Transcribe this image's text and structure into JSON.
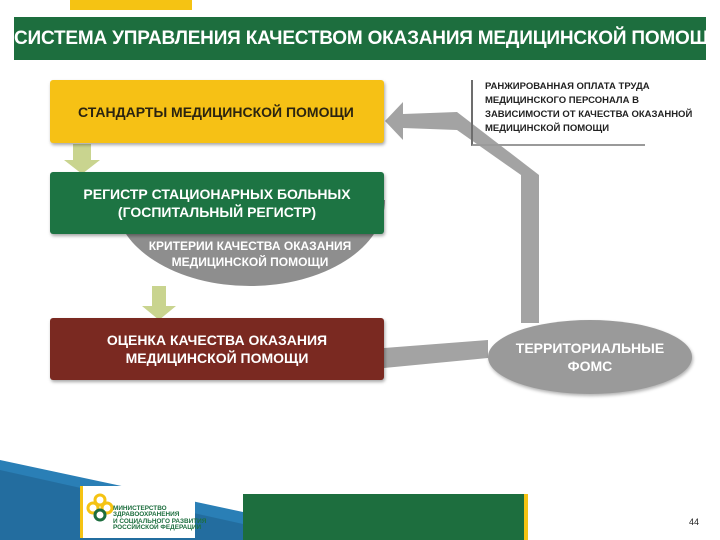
{
  "header": {
    "title": "СИСТЕМА УПРАВЛЕНИЯ КАЧЕСТВОМ ОКАЗАНИЯ МЕДИЦИНСКОЙ ПОМОЩИ"
  },
  "diagram": {
    "standards": {
      "label": "СТАНДАРТЫ МЕДИЦИНСКОЙ ПОМОЩИ"
    },
    "registry": {
      "lines": [
        "РЕГИСТР СТАЦИОНАРНЫХ БОЛЬНЫХ",
        "(ГОСПИТАЛЬНЫЙ РЕГИСТР)"
      ]
    },
    "criteria": {
      "lines": [
        "КРИТЕРИИ КАЧЕСТВА ОКАЗАНИЯ",
        "МЕДИЦИНСКОЙ ПОМОЩИ"
      ]
    },
    "assessment": {
      "lines": [
        "ОЦЕНКА КАЧЕСТВА ОКАЗАНИЯ",
        "МЕДИЦИНСКОЙ ПОМОЩИ"
      ]
    },
    "foms": {
      "lines": [
        "ТЕРРИТОРИАЛЬНЫЕ",
        "ФОМС"
      ]
    },
    "ranked_pay": {
      "lines": [
        "РАНЖИРОВАННАЯ ОПЛАТА ТРУДА",
        "МЕДИЦИНСКОГО ПЕРСОНАЛА В",
        "ЗАВИСИМОСТИ ОТ КАЧЕСТВА ОКАЗАННОЙ",
        "МЕДИЦИНСКОЙ ПОМОЩИ"
      ]
    }
  },
  "footer": {
    "logo_lines": [
      "МИНИСТЕРСТВО",
      "ЗДРАВООХРАНЕНИЯ",
      "И СОЦИАЛЬНОГО РАЗВИТИЯ",
      "РОССИЙСКОЙ ФЕДЕРАЦИИ"
    ],
    "page_number": "44"
  },
  "colors": {
    "title_green": "#1d6e3e",
    "standards_yellow": "#f6c115",
    "registry_green": "#1d7443",
    "assessment_red": "#7a2921",
    "connector_gray": "#9a9a9a"
  },
  "icons": [
    "ministry-logo-icon",
    "down-arrow-icon",
    "up-arrow-icon"
  ]
}
